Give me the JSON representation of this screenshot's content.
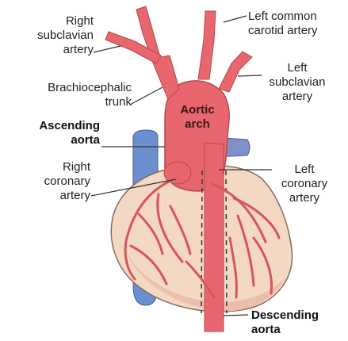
{
  "labels": {
    "right_subclavian": [
      "Right",
      "subclavian",
      "artery"
    ],
    "left_common_carotid": [
      "Left common",
      "carotid artery"
    ],
    "left_subclavian": [
      "Left",
      "subclavian",
      "artery"
    ],
    "brachiocephalic": [
      "Brachiocephalic",
      "trunk"
    ],
    "aortic_arch": [
      "Aortic",
      "arch"
    ],
    "ascending_aorta": [
      "Ascending",
      "aorta"
    ],
    "right_coronary": [
      "Right",
      "coronary",
      "artery"
    ],
    "left_coronary": [
      "Left",
      "coronary",
      "artery"
    ],
    "descending_aorta": [
      "Descending",
      "aorta"
    ]
  },
  "colors": {
    "aorta": "#e8676e",
    "aorta_dark": "#b84848",
    "heart": "#f3d8c4",
    "heart_outline": "#8a6a5a",
    "vein": "#6b8fd1",
    "vessel_branch": "#d8555c",
    "leader_line": "#333333"
  }
}
